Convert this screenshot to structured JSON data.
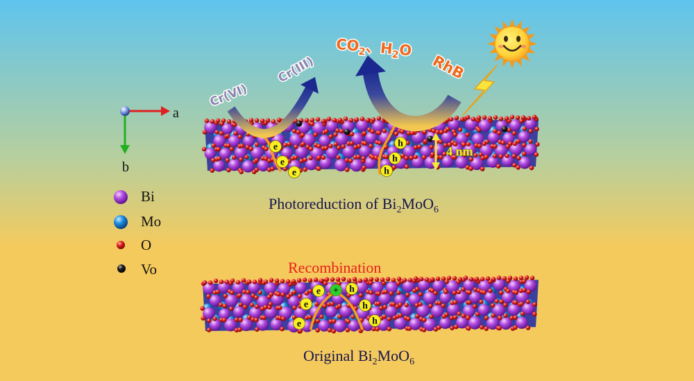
{
  "background": {
    "top": "#5fc4ee",
    "middle": "#b8cf9c",
    "bottom": "#f5ca5c"
  },
  "axes": {
    "a_label": "a",
    "b_label": "b",
    "a_color": "#e02020",
    "b_color": "#22b022"
  },
  "legend": [
    {
      "label": "Bi",
      "color": "#b24be0"
    },
    {
      "label": "Mo",
      "color": "#1e8ee0"
    },
    {
      "label": "O",
      "color": "#e0201e"
    },
    {
      "label": "Vo",
      "color": "#222222"
    }
  ],
  "reactions": {
    "cr6": "Cr(VI)",
    "cr3": "Cr(III)",
    "products": [
      "CO",
      "2",
      "、",
      "H",
      "2",
      "O"
    ],
    "rhb": "RhB"
  },
  "thickness_label": "4 nm",
  "carriers": {
    "electron": "e",
    "hole": "h",
    "recombined": "+"
  },
  "captions": {
    "photoreduction": [
      "Photoreduction of Bi",
      "2",
      "MoO",
      "6"
    ],
    "recombination": "Recombination",
    "original": [
      "Original Bi",
      "2",
      "MoO",
      "6"
    ]
  }
}
